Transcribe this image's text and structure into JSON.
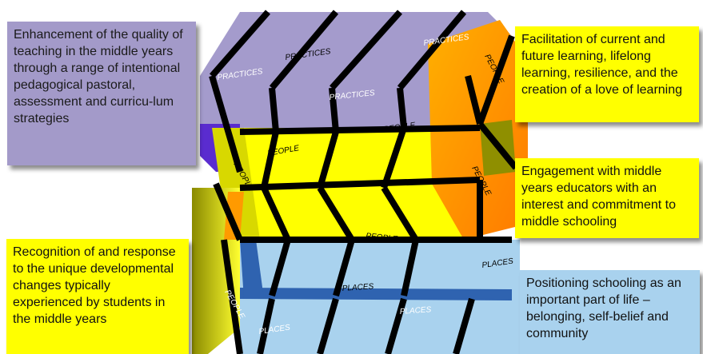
{
  "boxes": {
    "quality_teaching": "Enhancement of the quality of teaching in the middle years through a range of intentional pedagogical pastoral, assessment and curricu-lum strategies",
    "facilitation": "Facilitation of current and future learning, lifelong learning, resilience, and the creation of a love of learning",
    "engagement": "Engagement with middle years educators with an interest and commitment to middle schooling",
    "recognition": "Recognition of and response to the unique developmental changes typically experienced by students in the middle years",
    "positioning": "Positioning schooling as an important part of life – belonging, self-belief and community"
  },
  "cube_labels": {
    "practices": "PRACTICES",
    "people": "PEOPLE",
    "places": "PLACES"
  },
  "colors": {
    "practices_top": "#a49bcc",
    "practices_front": "#5a2ccf",
    "people_face": "#ffff00",
    "people_dark": "#9f9f00",
    "people_orange": "#ff8c00",
    "places_face": "#a9d2ee",
    "places_dark": "#2f63b0",
    "grid_line": "#000000"
  }
}
